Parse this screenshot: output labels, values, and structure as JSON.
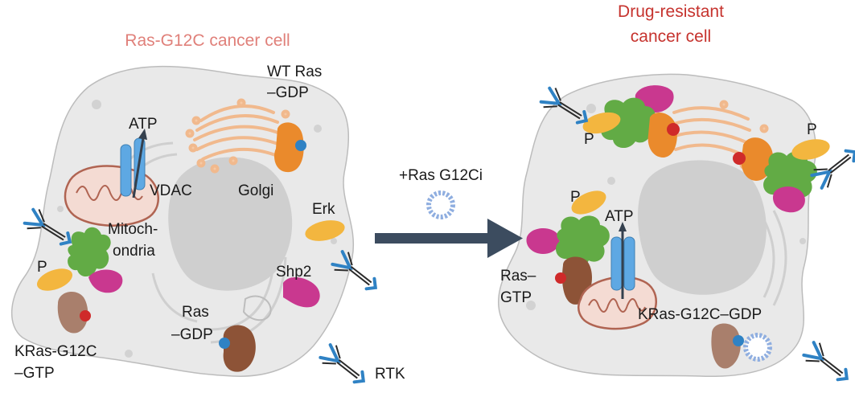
{
  "titles": {
    "left": "Ras-G12C cancer cell",
    "right_line1": "Drug-resistant",
    "right_line2": "cancer cell"
  },
  "arrow_label": "+Ras G12Ci",
  "left_labels": {
    "wt_ras_1": "WT Ras",
    "wt_ras_2": "–GDP",
    "atp": "ATP",
    "vdac": "VDAC",
    "golgi": "Golgi",
    "mito_1": "Mitoch-",
    "mito_2": "ondria",
    "erk": "Erk",
    "p": "P",
    "shp2": "Shp2",
    "ras_gdp_1": "Ras",
    "ras_gdp_2": "–GDP",
    "kras_gtp_1": "KRas-G12C",
    "kras_gtp_2": "–GTP",
    "rtk": "RTK"
  },
  "right_labels": {
    "p_top_left": "P",
    "p_top_right": "P",
    "p_mid": "P",
    "atp": "ATP",
    "ras_gtp_1": "Ras–",
    "ras_gtp_2": "GTP",
    "kras_gdp": "KRas-G12C–GDP"
  },
  "colors": {
    "title_left": "#e0807a",
    "title_right": "#c6332e",
    "cell_fill": "#e9e9e9",
    "nucleus_fill": "#cfcfcf",
    "golgi": "#f6c9a4",
    "ras_orange": "#ea8a2c",
    "erk_yellow": "#f3b63f",
    "shp2_magenta": "#c9388f",
    "sos_green": "#62ab45",
    "kras_brown": "#a97f6c",
    "ras_dark_brown": "#8d5337",
    "vdac_blue": "#5ea8e3",
    "gdp_blue": "#2f82c4",
    "gtp_red": "#cf2a2a",
    "arrow": "#3c4c5f",
    "mito": "#ddb3a6"
  }
}
